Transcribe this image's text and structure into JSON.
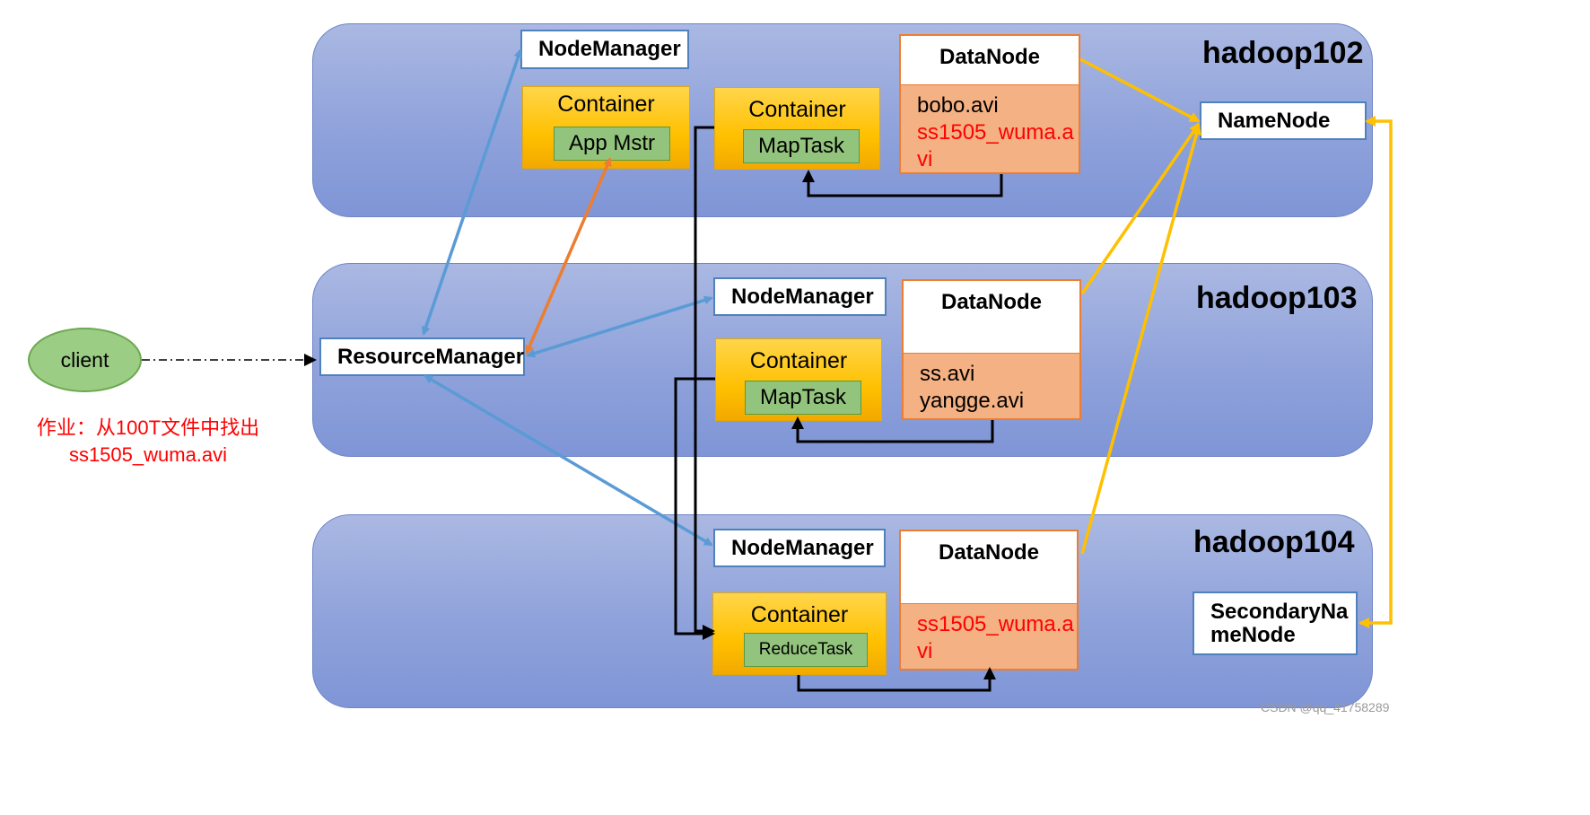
{
  "hosts": {
    "h102": {
      "name": "hadoop102"
    },
    "h103": {
      "name": "hadoop103"
    },
    "h104": {
      "name": "hadoop104"
    }
  },
  "client": {
    "label": "client"
  },
  "job_note": {
    "line1": "作业：从100T文件中找出",
    "line2": "ss1505_wuma.avi"
  },
  "resource_manager": {
    "label": "ResourceManager"
  },
  "name_node": {
    "label": "NameNode"
  },
  "secondary_name_node": {
    "line1": "SecondaryNa",
    "line2": "meNode"
  },
  "node_manager_label": "NodeManager",
  "container_label": "Container",
  "data_node_label": "DataNode",
  "tasks": {
    "app_master": "App Mstr",
    "map_task": "MapTask",
    "reduce_task": "ReduceTask"
  },
  "files": {
    "h102": [
      "bobo.avi",
      "ss1505_wuma.a",
      "vi"
    ],
    "h103": [
      "ss.avi",
      "yangge.avi"
    ],
    "h104": [
      "ss1505_wuma.a",
      "vi"
    ]
  },
  "watermark": "CSDN @qq_41758289",
  "colors": {
    "blue_arrow": "#5b9bd5",
    "orange_arrow": "#ed7d31",
    "yellow_arrow": "#ffc000",
    "black_arrow": "#000000",
    "highlight_text": "#ff0000"
  }
}
